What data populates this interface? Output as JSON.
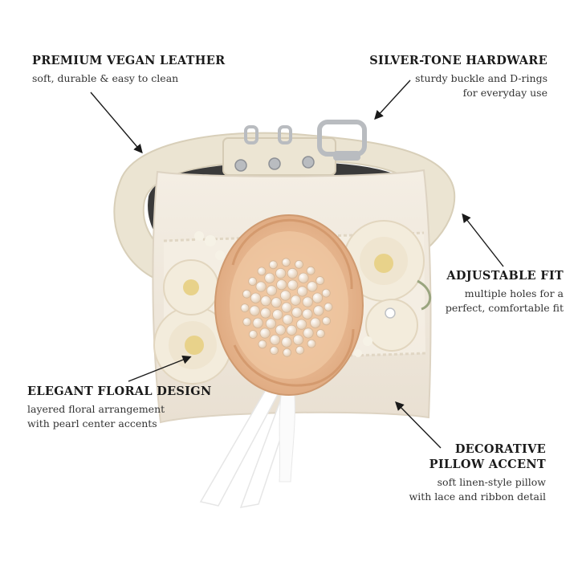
{
  "callouts": {
    "leather": {
      "title": "PREMIUM VEGAN LEATHER",
      "desc": [
        "soft, durable & easy to clean"
      ]
    },
    "hardware": {
      "title": "SILVER-TONE HARDWARE",
      "desc": [
        "sturdy buckle and D-rings",
        "for everyday use"
      ]
    },
    "fit": {
      "title": "ADJUSTABLE FIT",
      "desc": [
        "multiple holes for a",
        "perfect, comfortable fit"
      ]
    },
    "floral": {
      "title": "ELEGANT FLORAL DESIGN",
      "desc": [
        "layered floral arrangement",
        "with pearl center accents"
      ]
    },
    "pillow": {
      "title_lines": [
        "DECORATIVE",
        "PILLOW ACCENT"
      ],
      "desc": [
        "soft linen-style pillow",
        "with lace and ribbon detail"
      ]
    }
  },
  "colors": {
    "collar_cream": "#ebe4d2",
    "collar_lining": "#3a3a3a",
    "pillow_linen": "#efe8dc",
    "rose_peach": "#e8b98f",
    "pearl": "#f3e4d3",
    "silver": "#b9bcc0",
    "ivory_flower": "#f3ecdc"
  }
}
